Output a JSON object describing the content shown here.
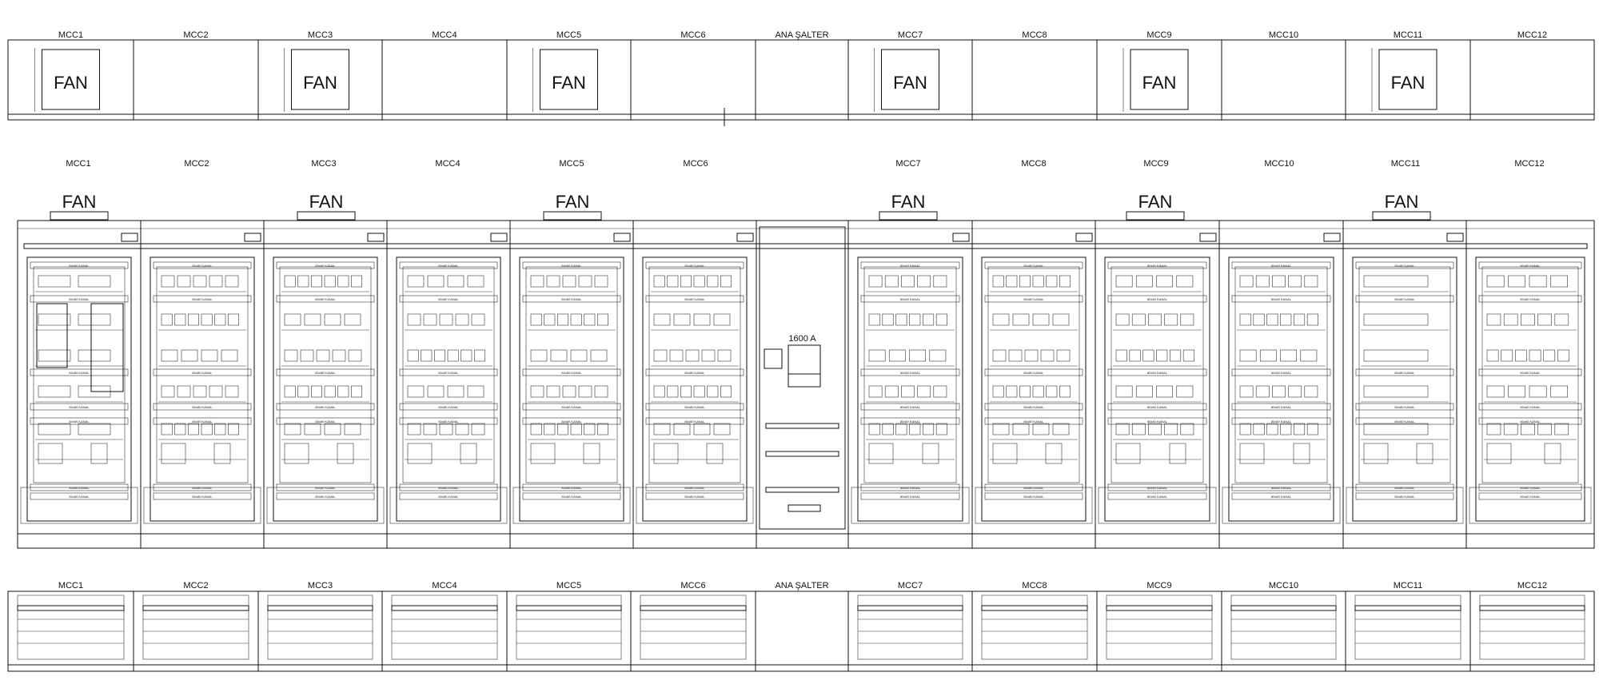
{
  "top_view": {
    "labels": [
      "MCC1",
      "MCC2",
      "MCC3",
      "MCC4",
      "MCC5",
      "MCC6",
      "ANA ŞALTER",
      "MCC7",
      "MCC8",
      "MCC9",
      "MCC10",
      "MCC11",
      "MCC12"
    ],
    "fan_label": "FAN",
    "fan_panels": [
      0,
      2,
      4,
      7,
      9,
      11
    ]
  },
  "front_view": {
    "labels": [
      "MCC1",
      "MCC2",
      "MCC3",
      "MCC4",
      "MCC5",
      "MCC6",
      "MCC7",
      "MCC8",
      "MCC9",
      "MCC10",
      "MCC11",
      "MCC12"
    ],
    "fan_label": "FAN",
    "fan_panels": [
      0,
      2,
      4,
      6,
      8,
      10
    ],
    "duct_label": "80x80 KANAL",
    "main_breaker_label": "1600 A"
  },
  "bottom_view": {
    "labels": [
      "MCC1",
      "MCC2",
      "MCC3",
      "MCC4",
      "MCC5",
      "MCC6",
      "ANA ŞALTER",
      "MCC7",
      "MCC8",
      "MCC9",
      "MCC10",
      "MCC11",
      "MCC12"
    ]
  }
}
